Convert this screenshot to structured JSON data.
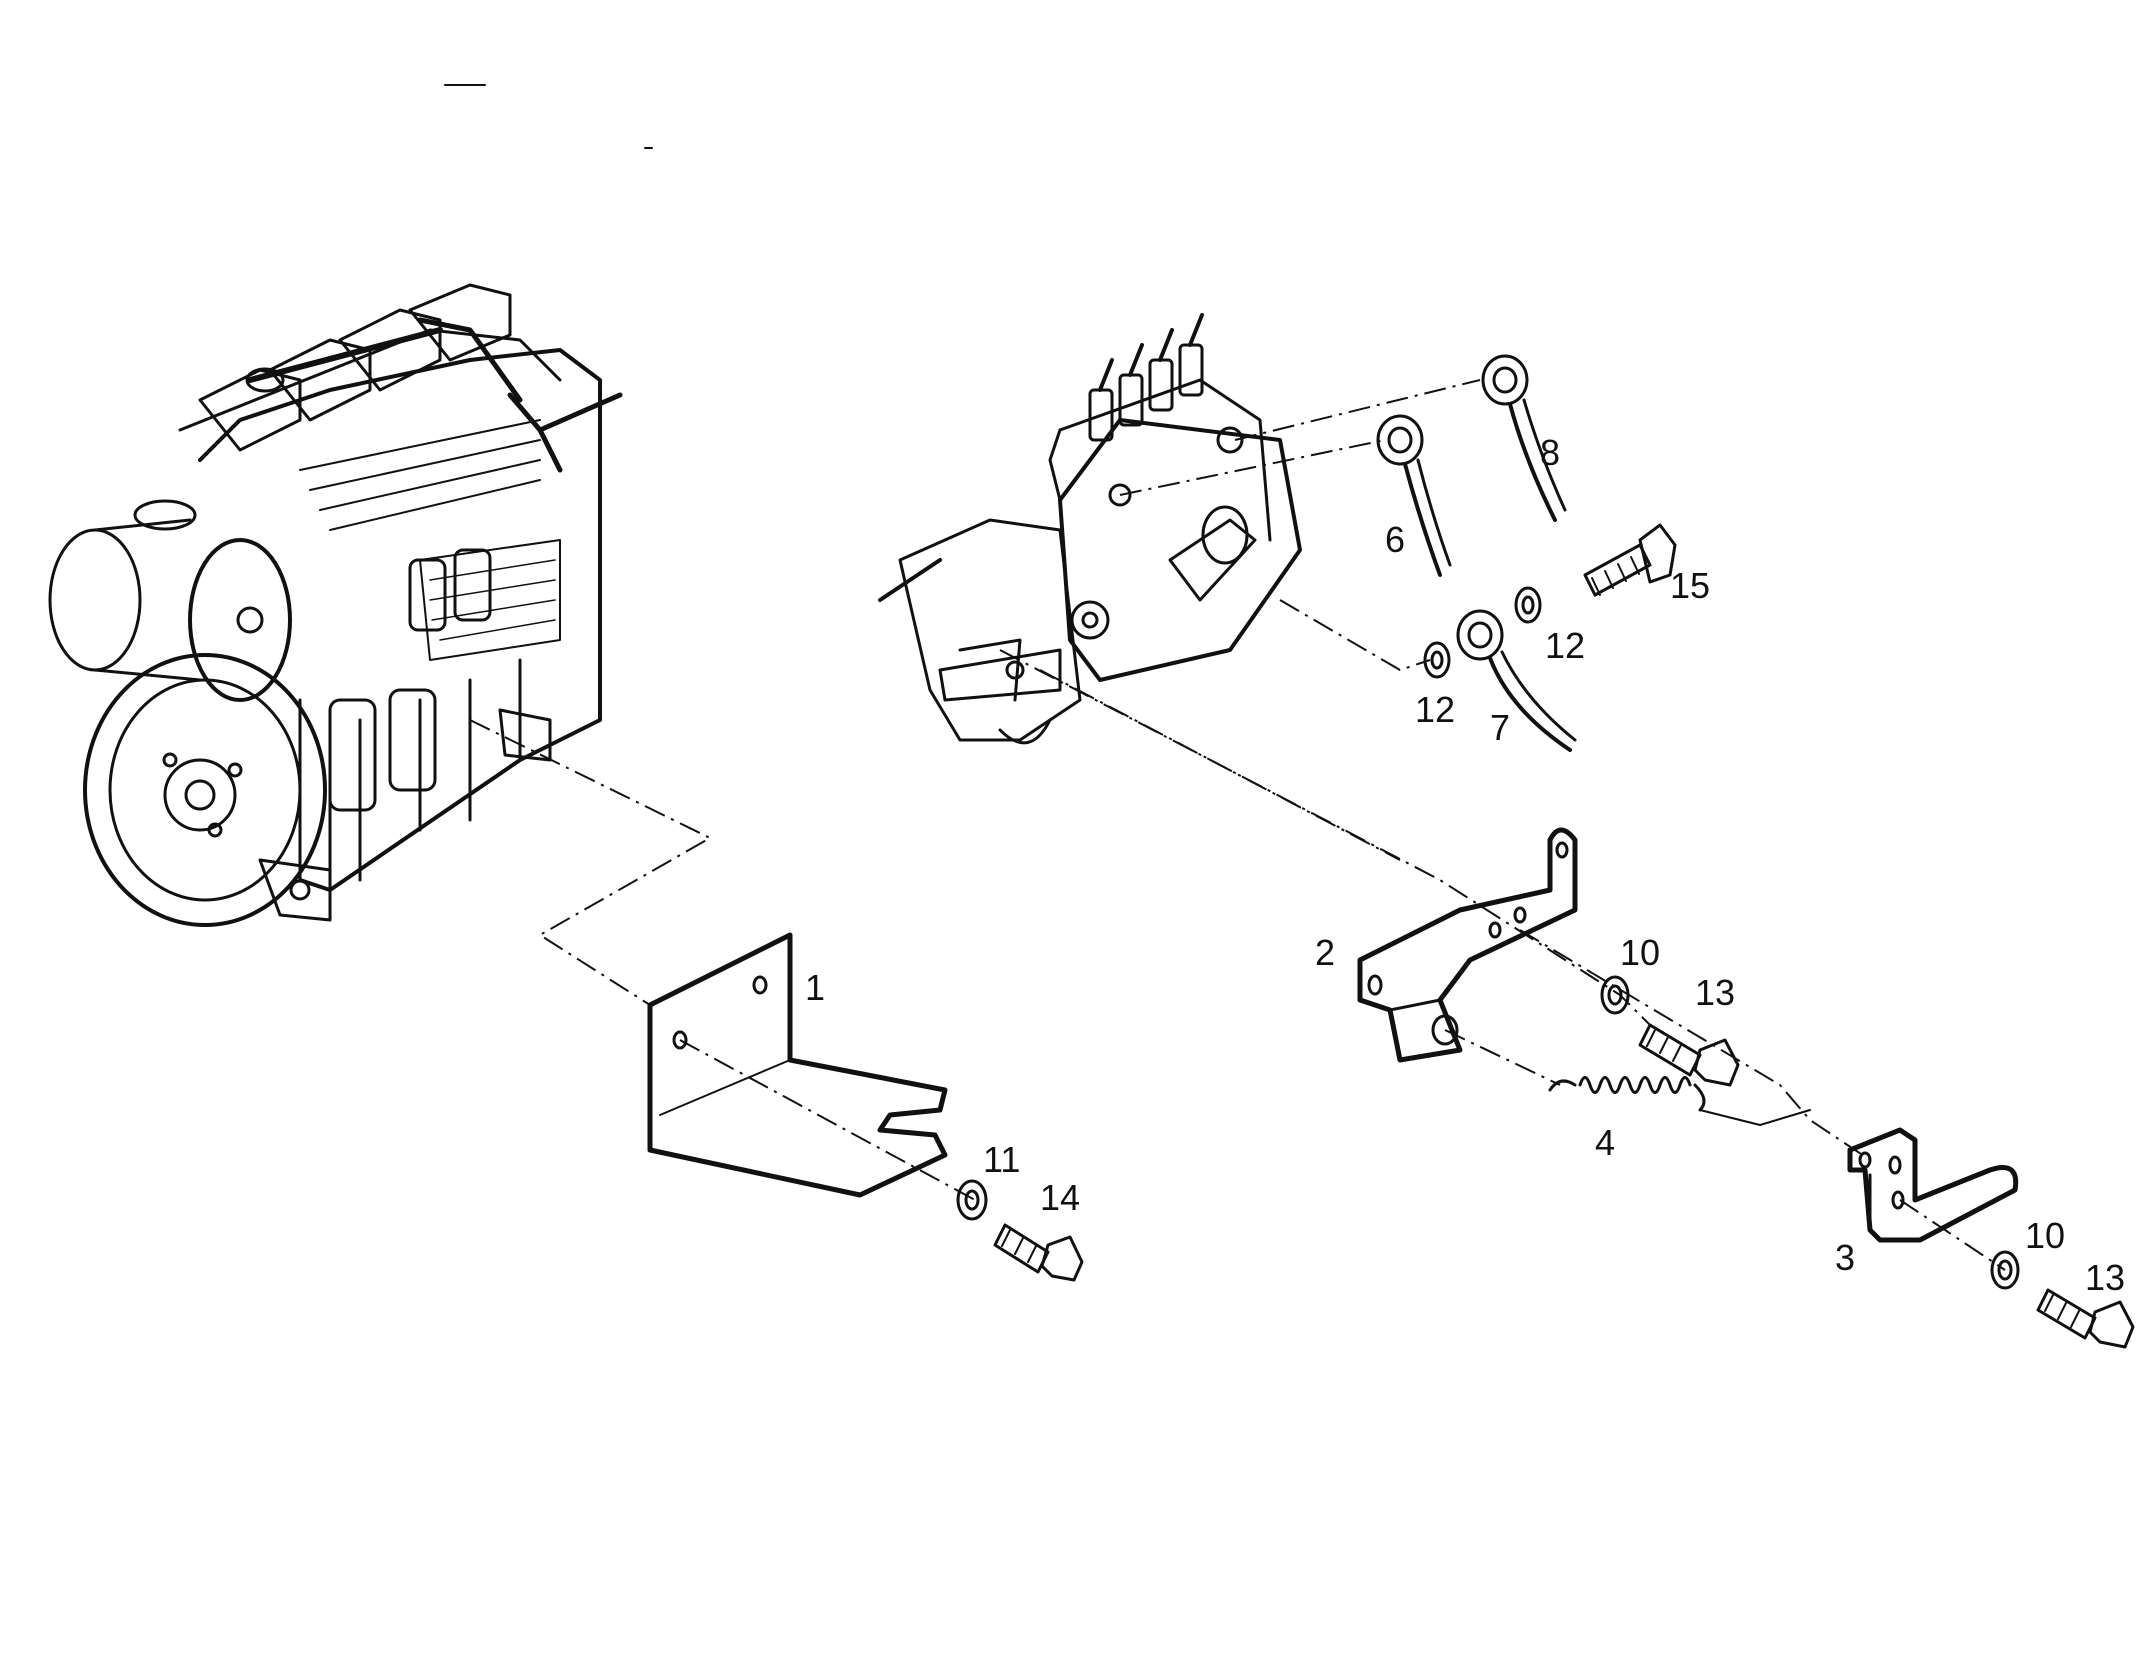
{
  "callouts": {
    "c1": "1",
    "c2": "2",
    "c3": "3",
    "c4": "4",
    "c6": "6",
    "c7": "7",
    "c8": "8",
    "c10a": "10",
    "c10b": "10",
    "c11": "11",
    "c12a": "12",
    "c12b": "12",
    "c13a": "13",
    "c13b": "13",
    "c14": "14",
    "c15": "15"
  }
}
